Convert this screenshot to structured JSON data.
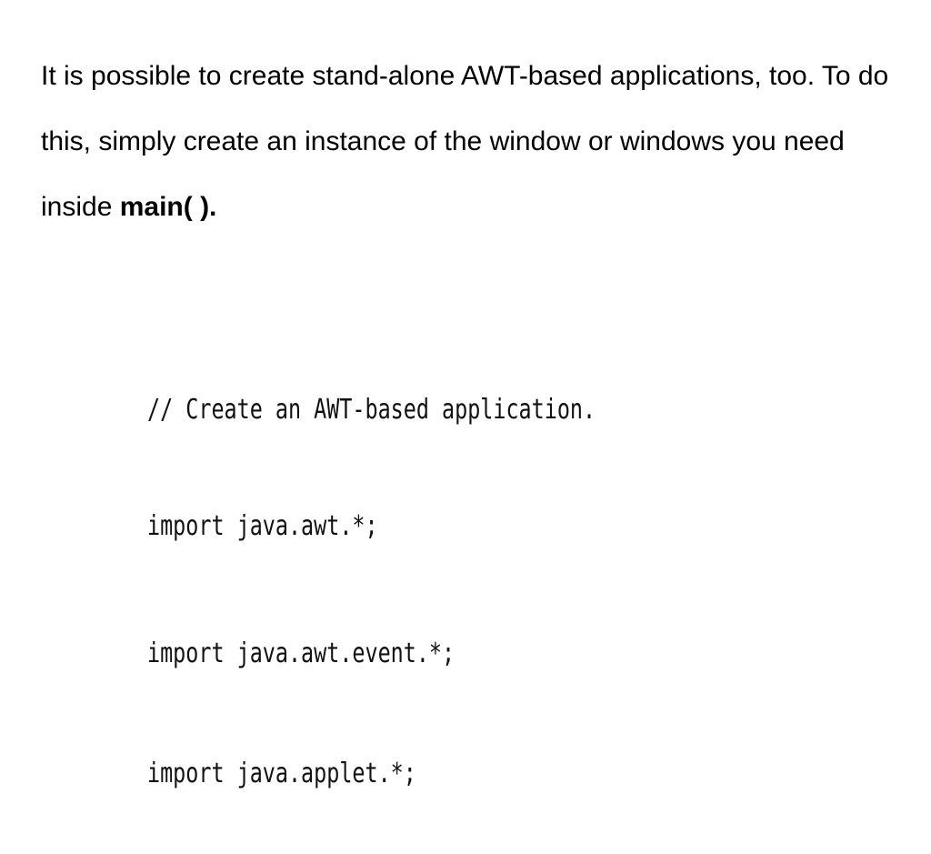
{
  "body_text": {
    "before_bold": "It is possible to create stand-alone AWT-based applications, too. To do this, simply create an instance of the window or windows you need inside ",
    "bold": "main( )."
  },
  "code": {
    "lines": [
      "// Create an AWT-based application.",
      "import java.awt.*;",
      "import java.awt.event.*;",
      "import java.applet.*;"
    ]
  }
}
